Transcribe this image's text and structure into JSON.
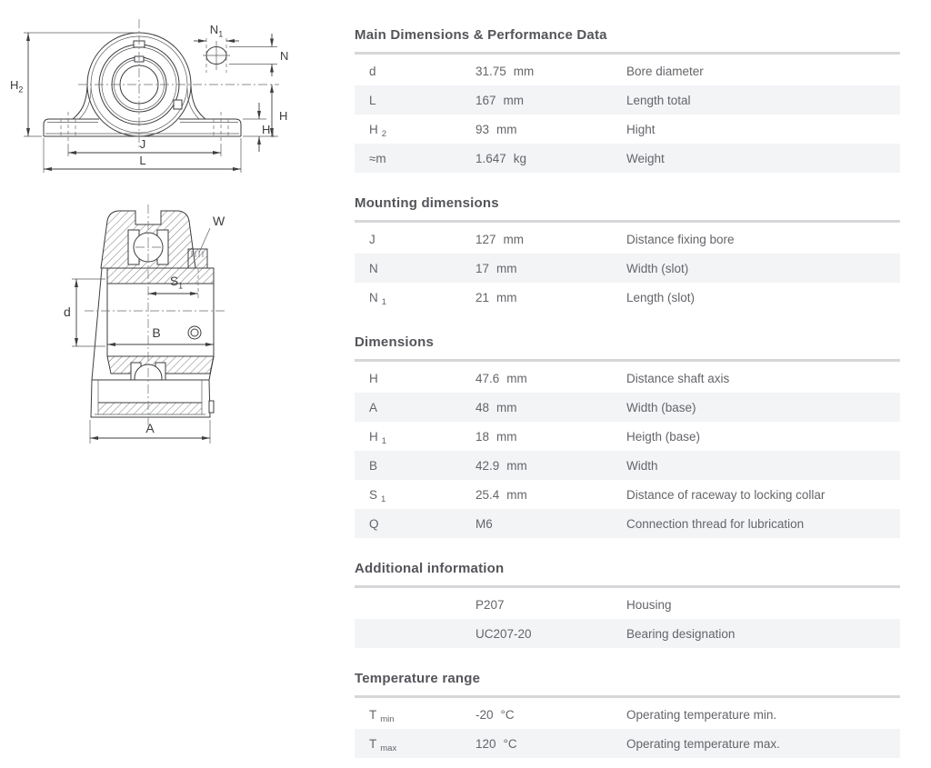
{
  "colors": {
    "stripe": "#f3f4f6",
    "rule": "#d6d7d9",
    "heading": "#54555a",
    "text": "#64656a",
    "drawing_line": "#3c3d40"
  },
  "drawing": {
    "front": {
      "h2": {
        "main": "H",
        "sub": "2"
      },
      "n1": {
        "main": "N",
        "sub": "1"
      },
      "n": "N",
      "h": "H",
      "h1": {
        "main": "H",
        "sub": "1"
      },
      "j": "J",
      "l": "L"
    },
    "side": {
      "w": "W",
      "s1": {
        "main": "S",
        "sub": "1"
      },
      "d": "d",
      "b": "B",
      "a": "A"
    }
  },
  "sections": [
    {
      "title": "Main Dimensions & Performance Data",
      "rows": [
        {
          "symbol": "d",
          "symbol_sub": "",
          "value": "31.75",
          "unit": "mm",
          "description": "Bore diameter"
        },
        {
          "symbol": "L",
          "symbol_sub": "",
          "value": "167",
          "unit": "mm",
          "description": "Length total"
        },
        {
          "symbol": "H",
          "symbol_sub": "2",
          "value": "93",
          "unit": "mm",
          "description": "Hight"
        },
        {
          "symbol": "≈m",
          "symbol_sub": "",
          "value": "1.647",
          "unit": "kg",
          "description": "Weight"
        }
      ]
    },
    {
      "title": "Mounting dimensions",
      "rows": [
        {
          "symbol": "J",
          "symbol_sub": "",
          "value": "127",
          "unit": "mm",
          "description": "Distance fixing bore"
        },
        {
          "symbol": "N",
          "symbol_sub": "",
          "value": "17",
          "unit": "mm",
          "description": "Width (slot)"
        },
        {
          "symbol": "N",
          "symbol_sub": "1",
          "value": "21",
          "unit": "mm",
          "description": "Length (slot)"
        }
      ]
    },
    {
      "title": "Dimensions",
      "rows": [
        {
          "symbol": "H",
          "symbol_sub": "",
          "value": "47.6",
          "unit": "mm",
          "description": "Distance shaft axis"
        },
        {
          "symbol": "A",
          "symbol_sub": "",
          "value": "48",
          "unit": "mm",
          "description": "Width (base)"
        },
        {
          "symbol": "H",
          "symbol_sub": "1",
          "value": "18",
          "unit": "mm",
          "description": "Heigth (base)"
        },
        {
          "symbol": "B",
          "symbol_sub": "",
          "value": "42.9",
          "unit": "mm",
          "description": "Width"
        },
        {
          "symbol": "S",
          "symbol_sub": "1",
          "value": "25.4",
          "unit": "mm",
          "description": "Distance of raceway to locking collar"
        },
        {
          "symbol": "Q",
          "symbol_sub": "",
          "value": "M6",
          "unit": "",
          "description": "Connection thread for lubrication"
        }
      ]
    },
    {
      "title": "Additional information",
      "rows": [
        {
          "symbol": "",
          "symbol_sub": "",
          "value": "P207",
          "unit": "",
          "description": "Housing"
        },
        {
          "symbol": "",
          "symbol_sub": "",
          "value": "UC207-20",
          "unit": "",
          "description": "Bearing designation"
        }
      ]
    },
    {
      "title": "Temperature range",
      "rows": [
        {
          "symbol": "T",
          "symbol_sub": "min",
          "value": "-20",
          "unit": "°C",
          "description": "Operating temperature min."
        },
        {
          "symbol": "T",
          "symbol_sub": "max",
          "value": "120",
          "unit": "°C",
          "description": "Operating temperature max."
        }
      ]
    }
  ]
}
